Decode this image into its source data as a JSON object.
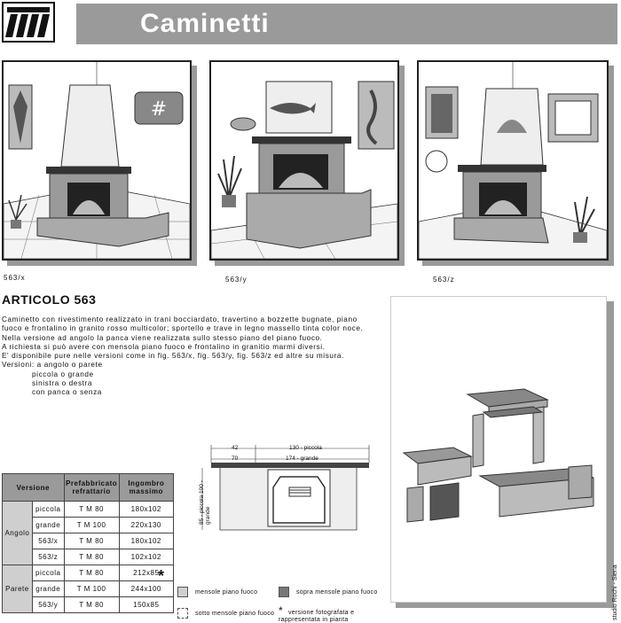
{
  "header": {
    "title": "Caminetti"
  },
  "panels": [
    {
      "caption": "563/x"
    },
    {
      "caption": "563/y"
    },
    {
      "caption": "563/z"
    }
  ],
  "article": {
    "heading": "ARTICOLO 563",
    "paragraphs": [
      "Caminetto con rivestimento realizzato in trani bocciardato, travertino a bozzette bugnate, piano fuoco e frontalino in granito rosso multicolor; sportello e trave in legno massello tinta color noce.",
      "Nella versione ad angolo la panca viene realizzata sullo stesso piano del piano fuoco.",
      "A richiesta si può avere con mensola piano fuoco e frontalino in granitio marmi diversi.",
      "E' disponibile pure nelle versioni come in fig. 563/x, fig. 563/y, fig. 563/z ed altre su misura.",
      "Versioni: a angolo o parete"
    ],
    "versions_indented": [
      "piccola o grande",
      "sinistra o destra",
      "con panca o senza"
    ]
  },
  "table": {
    "headers": [
      "Versione",
      "Prefabbricato refrattario",
      "Ingombro massimo"
    ],
    "groups": [
      {
        "name": "Angolo",
        "rows": [
          {
            "label": "piccola",
            "pref": "T M 80",
            "ing": "180x102"
          },
          {
            "label": "grande",
            "pref": "T M 100",
            "ing": "220x130"
          },
          {
            "label": "563/x",
            "pref": "T M 80",
            "ing": "180x102"
          },
          {
            "label": "563/z",
            "pref": "T M 80",
            "ing": "102x102"
          }
        ]
      },
      {
        "name": "Parete",
        "rows": [
          {
            "label": "piccola",
            "pref": "T M 80",
            "ing": "212x85"
          },
          {
            "label": "grande",
            "pref": "T M 100",
            "ing": "244x100"
          },
          {
            "label": "563/y",
            "pref": "T M 80",
            "ing": "150x85"
          }
        ]
      }
    ],
    "asterisk": "*"
  },
  "diagram": {
    "dim_top_left_1": "42",
    "dim_top_left_2": "70",
    "dim_top_right_1": "130 - piccola",
    "dim_top_right_2": "174 - grande",
    "dim_side": "85 - piccola 100 - grande"
  },
  "legend": {
    "item1": "mensole piano fuoco",
    "item2": "sopra mensole piano fuoco",
    "item3": "sotto mensole piano fuoco",
    "item4": "versione fotografata e rappresentata in pianta",
    "colors": {
      "light": "#cfcfcf",
      "dark": "#777777"
    }
  },
  "credit": "studio Rochi - Siena"
}
